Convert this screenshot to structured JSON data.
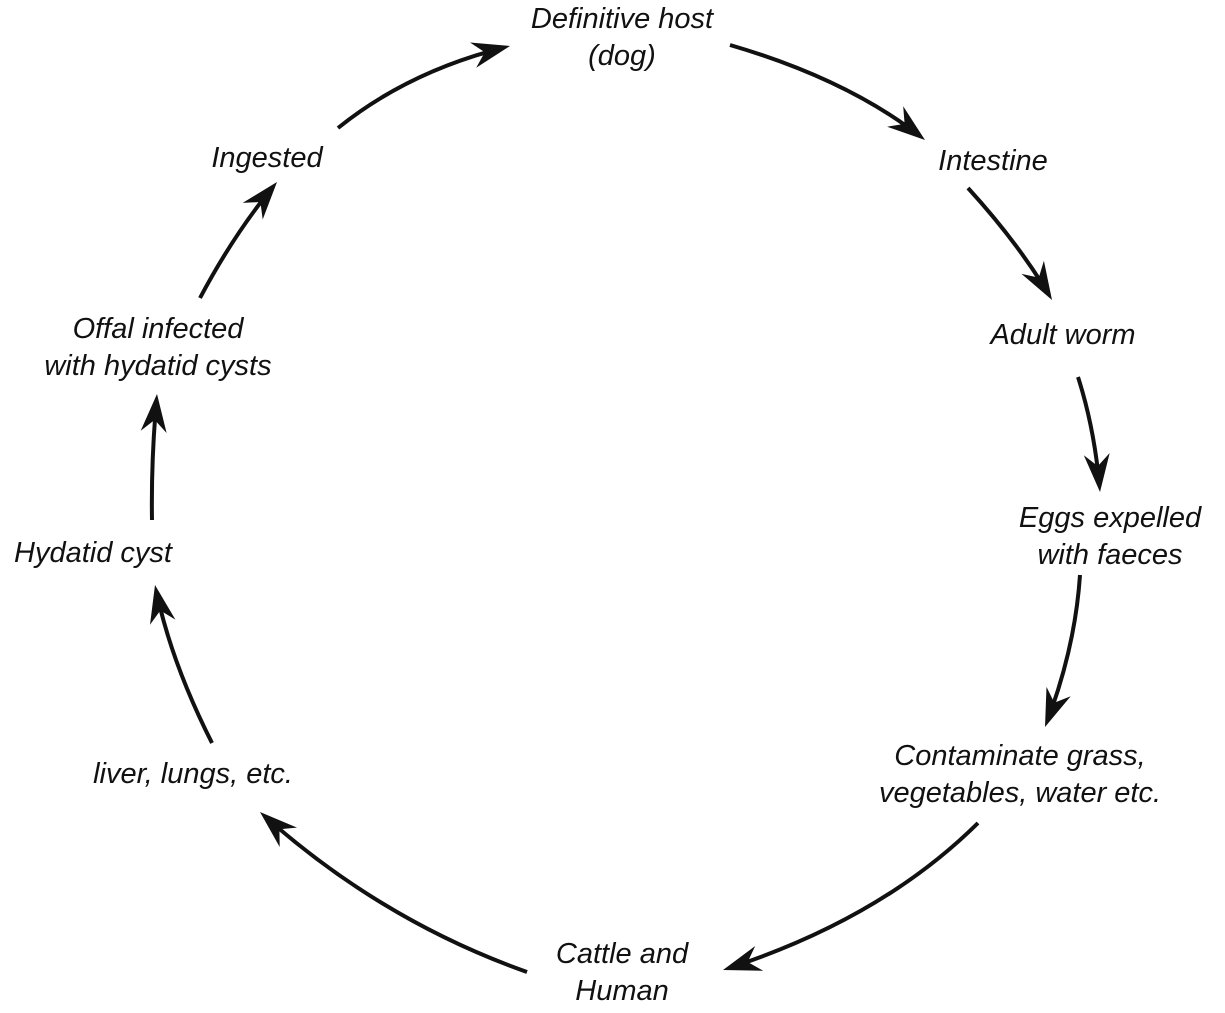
{
  "diagram": {
    "nodes": [
      {
        "id": "definitive-host",
        "lines": [
          "Definitive host",
          "(dog)"
        ]
      },
      {
        "id": "intestine",
        "lines": [
          "Intestine"
        ]
      },
      {
        "id": "adult-worm",
        "lines": [
          "Adult worm"
        ]
      },
      {
        "id": "eggs-expelled",
        "lines": [
          "Eggs expelled",
          "with faeces"
        ]
      },
      {
        "id": "contaminate",
        "lines": [
          "Contaminate grass,",
          "vegetables, water etc."
        ]
      },
      {
        "id": "cattle-human",
        "lines": [
          "Cattle and",
          "Human"
        ]
      },
      {
        "id": "organs",
        "lines": [
          "liver, lungs, etc."
        ]
      },
      {
        "id": "hydatid-cyst",
        "lines": [
          "Hydatid cyst"
        ]
      },
      {
        "id": "offal",
        "lines": [
          "Offal infected",
          "with hydatid cysts"
        ]
      },
      {
        "id": "ingested",
        "lines": [
          "Ingested"
        ]
      }
    ],
    "edges": [
      {
        "from": "definitive-host",
        "to": "intestine"
      },
      {
        "from": "intestine",
        "to": "adult-worm"
      },
      {
        "from": "adult-worm",
        "to": "eggs-expelled"
      },
      {
        "from": "eggs-expelled",
        "to": "contaminate"
      },
      {
        "from": "contaminate",
        "to": "cattle-human"
      },
      {
        "from": "cattle-human",
        "to": "organs"
      },
      {
        "from": "organs",
        "to": "hydatid-cyst"
      },
      {
        "from": "hydatid-cyst",
        "to": "offal"
      },
      {
        "from": "offal",
        "to": "ingested"
      },
      {
        "from": "ingested",
        "to": "definitive-host"
      }
    ],
    "colors": {
      "stroke": "#111111",
      "text": "#111111",
      "background": "#ffffff"
    }
  }
}
